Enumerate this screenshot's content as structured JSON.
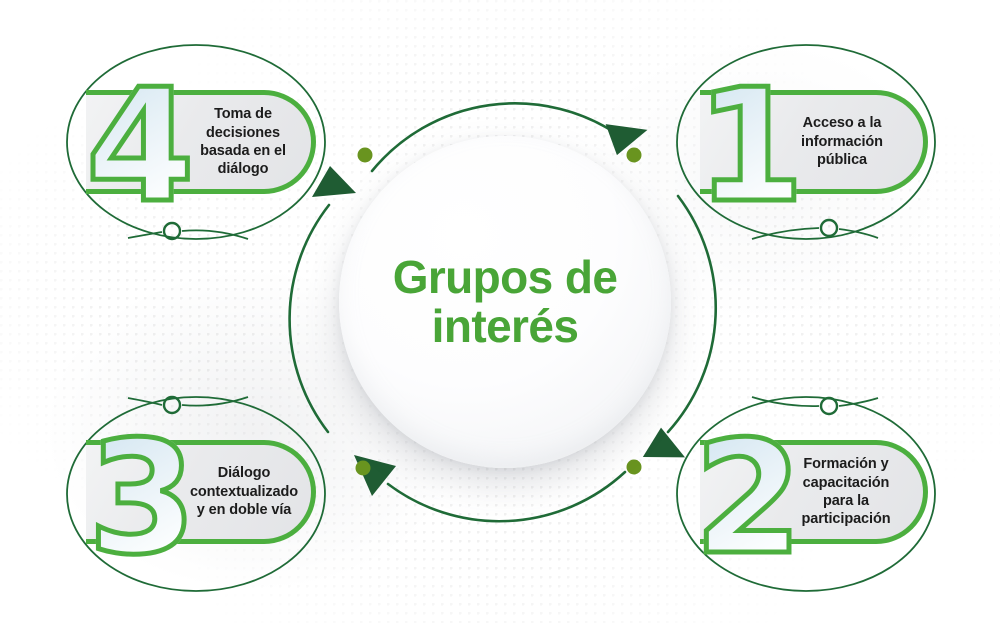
{
  "diagram": {
    "center": {
      "title": "Grupos de\ninterés",
      "title_color": "#49A537"
    },
    "colors": {
      "pill_border": "#4CAF3F",
      "numeral_stroke": "#4CAF3F",
      "ring_arc": "#1F6B37",
      "arrow": "#1F5C33",
      "dot_filled": "#69941F",
      "dot_hollow": "#1F6B37",
      "label_text": "#1C1C1C",
      "background": "#FFFFFF"
    },
    "nodes": [
      {
        "number": "1",
        "label": "Acceso a la\ninformación\npública",
        "position": "top-right"
      },
      {
        "number": "2",
        "label": "Formación y\ncapacitación\npara la\nparticipación",
        "position": "bottom-right"
      },
      {
        "number": "3",
        "label": "Diálogo\ncontextualizado\ny en doble vía",
        "position": "bottom-left"
      },
      {
        "number": "4",
        "label": "Toma de\ndecisiones\nbasada en el\ndiálogo",
        "position": "top-left"
      }
    ],
    "flow_direction": "clockwise",
    "arrows": [
      {
        "name": "arrow-to-node-1",
        "points_to": "1"
      },
      {
        "name": "arrow-to-node-2",
        "points_to": "2"
      },
      {
        "name": "arrow-to-node-3",
        "points_to": "3"
      },
      {
        "name": "arrow-to-node-4",
        "points_to": "4"
      }
    ],
    "ring_dots": [
      {
        "name": "ring-dot-top-left"
      },
      {
        "name": "ring-dot-top-right"
      },
      {
        "name": "ring-dot-bottom-right"
      },
      {
        "name": "ring-dot-bottom-left"
      }
    ],
    "connector_markers": [
      {
        "name": "connector-marker-left-upper"
      },
      {
        "name": "connector-marker-right-upper"
      },
      {
        "name": "connector-marker-left-lower"
      },
      {
        "name": "connector-marker-right-lower"
      }
    ]
  }
}
